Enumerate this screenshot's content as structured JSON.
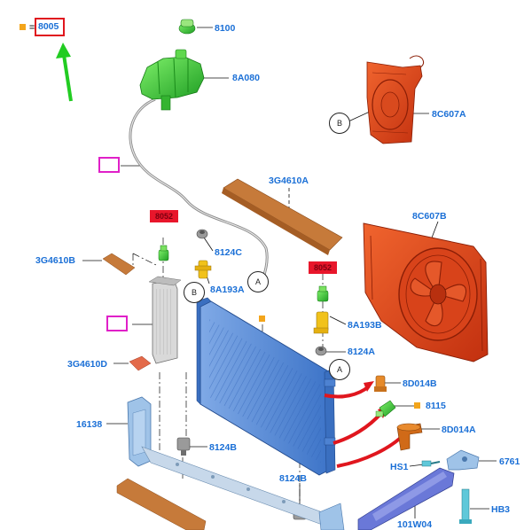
{
  "legend": {
    "equals": "=",
    "part": "8005"
  },
  "callouts": {
    "a": "A",
    "b": "B"
  },
  "red_tags": {
    "tag_1": "8052",
    "tag_2": "8052"
  },
  "labels": {
    "p8100": "8100",
    "p8A080": "8A080",
    "p8C607A": "8C607A",
    "p3G4610A": "3G4610A",
    "p8C607B": "8C607B",
    "p3G4610B": "3G4610B",
    "p8124C": "8124C",
    "p8A193A": "8A193A",
    "p8A193B": "8A193B",
    "p8124A": "8124A",
    "p3G4610D": "3G4610D",
    "p8D014B": "8D014B",
    "p8115": "8115",
    "p8D014A": "8D014A",
    "p16138": "16138",
    "p8124B_1": "8124B",
    "pHS1": "HS1",
    "p6761": "6761",
    "p8124B_2": "8124B",
    "pHB3": "HB3",
    "p101W04": "101W04"
  },
  "colors": {
    "label_blue": "#1a6fd6",
    "fan_orange": "#e0431c",
    "tank_green": "#3fcf3a",
    "radiator_blue": "#5a8fd6",
    "foam_brown": "#c67a3a",
    "highlight_red": "#e0161e",
    "link_magenta": "#e020c8",
    "pointer_green": "#22cc22",
    "legend_orange": "#f3a51b",
    "bracket_lightblue": "#9fc3e8",
    "crossmember_blue": "#6a78d8"
  },
  "icons": [
    "link-arrow-icon",
    "pointer-arrow-icon",
    "legend-square-icon"
  ]
}
